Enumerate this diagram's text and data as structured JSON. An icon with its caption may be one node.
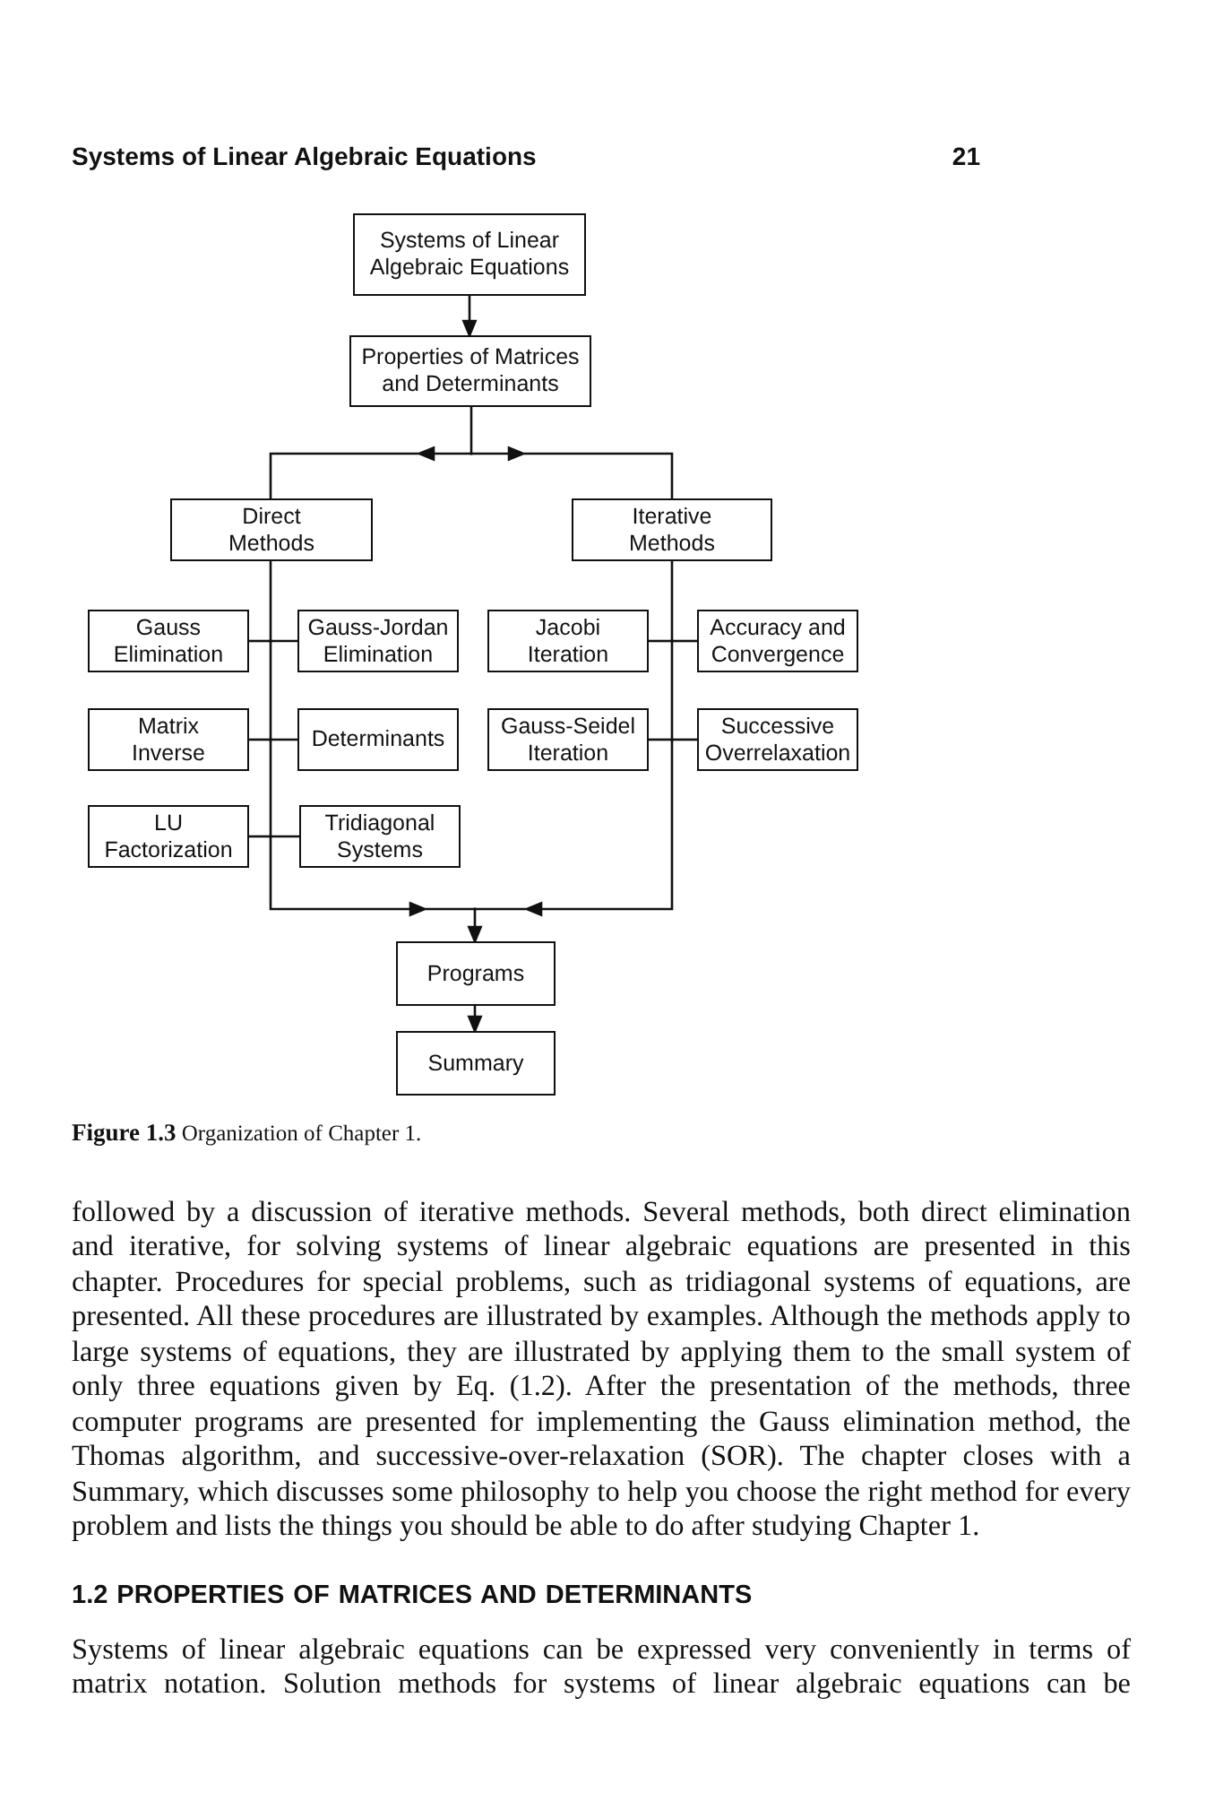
{
  "diagram": {
    "caption": "**Figure 1.3** Organization of Chapter 1.",
    "nodes": [
      {
        "text": [
          "Systems of Linear Algebraic Equations"
        ]
      },
      {
        "text": [
          "Properties of Matrices and Determinants"
        ]
      },
      {
        "text": [
          "Direct Methods"
        ]
      },
      {
        "text": [
          "Iterative Methods"
        ]
      },
      {
        "text": [
          "Gauss Elimination"
        ]
      },
      {
        "text": [
          "Gauss-Jordan Elimination"
        ]
      },
      {
        "text": [
          "Jacobi Iteration"
        ]
      },
      {
        "text": [
          "Accuracy and Convergence"
        ]
      },
      {
        "text": [
          "Matrix Inverse"
        ]
      },
      {
        "text": [
          "Determinants"
        ]
      },
      {
        "text": [
          "Gauss-Seidel Iteration"
        ]
      },
      {
        "text": [
          "Successive Overrelaxation"
        ]
      },
      {
        "text": [
          "LU Factorization"
        ]
      },
      {
        "text": [
          "Tridiagonal Systems"
        ]
      },
      {
        "text": [
          "Programs"
        ]
      },
      {
        "text": [
          "Summary"
        ]
      }
    ],
    "edges": [
      {
        "from": 0,
        "to": 1,
        "arrow": "to"
      },
      {
        "from": 1,
        "to": 2,
        "arrow": "to"
      },
      {
        "from": 1,
        "to": 3,
        "arrow": "to"
      },
      {
        "from": 2,
        "to": 4,
        "arrow": "none"
      },
      {
        "from": 2,
        "to": 5,
        "arrow": "none"
      },
      {
        "from": 3,
        "to": 6,
        "arrow": "none"
      },
      {
        "from": 3,
        "to": 7,
        "arrow": "none"
      },
      {
        "from": 2,
        "to": 8,
        "arrow": "none"
      },
      {
        "from": 2,
        "to": 9,
        "arrow": "none"
      },
      {
        "from": 3,
        "to": 10,
        "arrow": "none"
      },
      {
        "from": 3,
        "to": 11,
        "arrow": "none"
      },
      {
        "from": 2,
        "to": 12,
        "arrow": "none"
      },
      {
        "from": 2,
        "to": 13,
        "arrow": "none"
      },
      {
        "from": 2,
        "to": 14,
        "arrow": "to"
      },
      {
        "from": 3,
        "to": 14,
        "arrow": "to"
      },
      {
        "from": 14,
        "to": 15,
        "arrow": "to"
      }
    ],
    "labels": [
      "Systems of Linear Algebraic Equations",
      "21",
      "followed by a discussion of iterative methods. Several methods, both direct elimination and iterative, for solving systems of linear algebraic equations are presented in this chapter. Procedures for special problems, such as tridiagonal systems of equations, are presented. All these procedures are illustrated by examples. Although the methods apply to large systems of equations, they are illustrated by applying them to the small system of only three equations given by Eq. (1.2). After the presentation of the methods, three computer programs are presented for implementing the Gauss elimination method, the Thomas algorithm, and successive-over-relaxation (SOR). The chapter closes with a Summary, which discusses some philosophy to help you choose the right method for every problem and lists the things you should be able to do after studying Chapter 1.",
      "1.2 PROPERTIES OF MATRICES AND DETERMINANTS",
      "Systems of linear algebraic equations can be expressed very conveniently in terms of matrix notation. Solution methods for systems of linear algebraic equations can be"
    ]
  }
}
